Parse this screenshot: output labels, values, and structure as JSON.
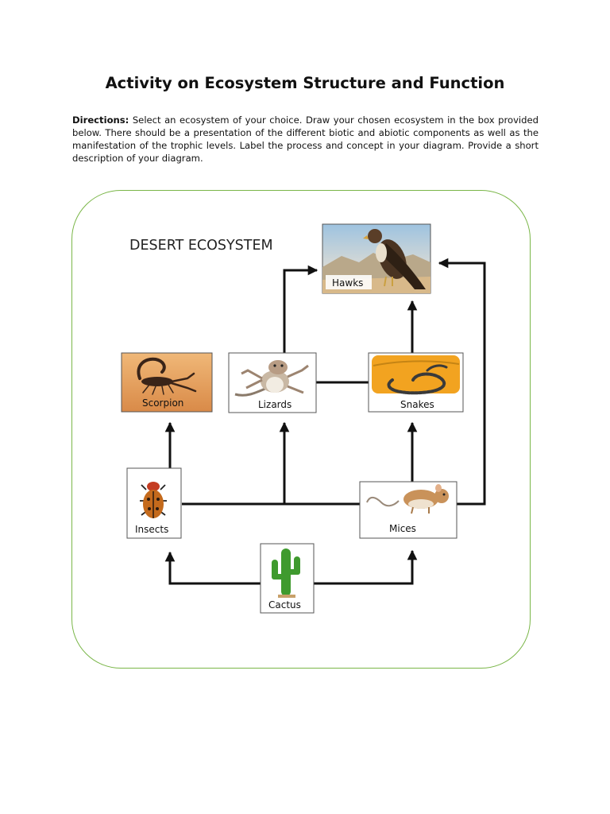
{
  "page": {
    "title": "Activity on Ecosystem Structure and Function",
    "directions_label": "Directions:",
    "directions_text": "Select an ecosystem of your choice. Draw your chosen ecosystem in the box provided below. There should be a presentation of the different biotic and abiotic components as well as the manifestation of the trophic levels. Label the process and concept in your diagram. Provide a short description of your diagram."
  },
  "diagram": {
    "title": "DESERT ECOSYSTEM",
    "frame_color": "#7ab648",
    "nodes": {
      "hawks": "Hawks",
      "scorpion": "Scorpion",
      "lizards": "Lizards",
      "snakes": "Snakes",
      "insects": "Insects",
      "mices": "Mices",
      "cactus": "Cactus"
    }
  }
}
